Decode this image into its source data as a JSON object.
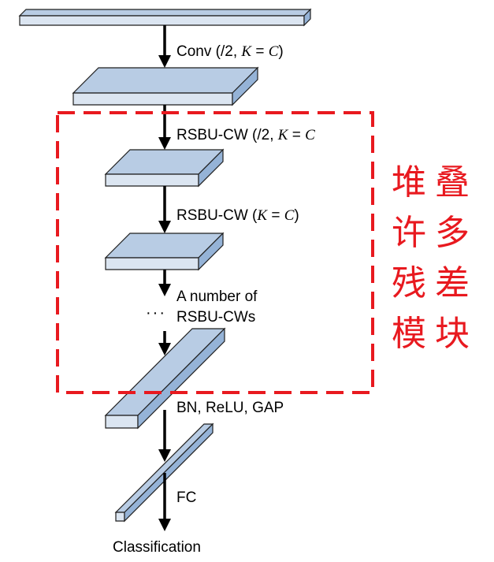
{
  "labels": {
    "conv_prefix": "Conv (",
    "conv_args": "/2, ",
    "conv_k": "K",
    "conv_eq": " = ",
    "conv_c": "C",
    "conv_suffix": ")",
    "rsbu1_prefix": "RSBU-CW (",
    "rsbu1_args": "/2, ",
    "rsbu1_k": "K",
    "rsbu1_eq": " = ",
    "rsbu1_c": "C",
    "rsbu2_prefix": "RSBU-CW (",
    "rsbu2_k": "K",
    "rsbu2_eq": " = ",
    "rsbu2_c": "C",
    "rsbu2_suffix": ")",
    "number_of_line1": "A number of",
    "number_of_line2": "RSBU-CWs",
    "ellipsis": "···",
    "bn_relu_gap": "BN, ReLU, GAP",
    "fc": "FC",
    "classification": "Classification"
  },
  "annotation": {
    "chars": [
      "堆",
      "叠",
      "许",
      "多",
      "残",
      "差",
      "模",
      "块"
    ],
    "color": "#e8191f"
  },
  "colors": {
    "block_top": "#b8cce4",
    "block_front": "#dbe5f1",
    "block_side": "#95b3d7",
    "stroke": "#1f1f1f",
    "arrow": "#000000",
    "dashed_box": "#e8191f"
  }
}
